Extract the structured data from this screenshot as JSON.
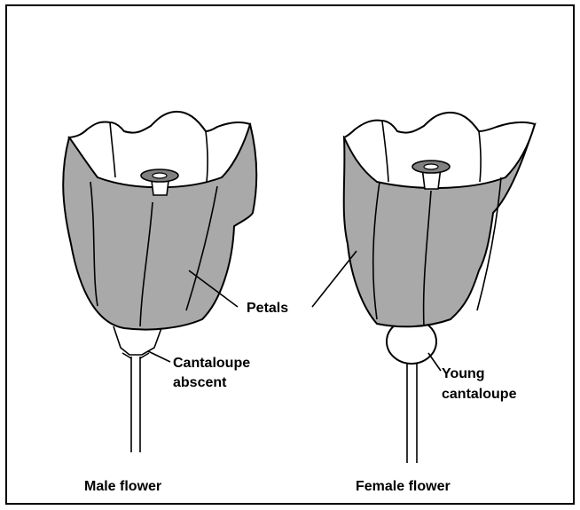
{
  "labels": {
    "petals": "Petals",
    "cantaloupe_absent_line1": "Cantaloupe",
    "cantaloupe_absent_line2": "abscent",
    "young_cantaloupe_line1": "Young",
    "young_cantaloupe_line2": "cantaloupe",
    "male_flower": "Male flower",
    "female_flower": "Female flower"
  },
  "colors": {
    "petal_fill": "#a9a9a9",
    "inner_fill": "#ffffff",
    "stroke": "#000000",
    "stamen_ring": "#808080"
  }
}
